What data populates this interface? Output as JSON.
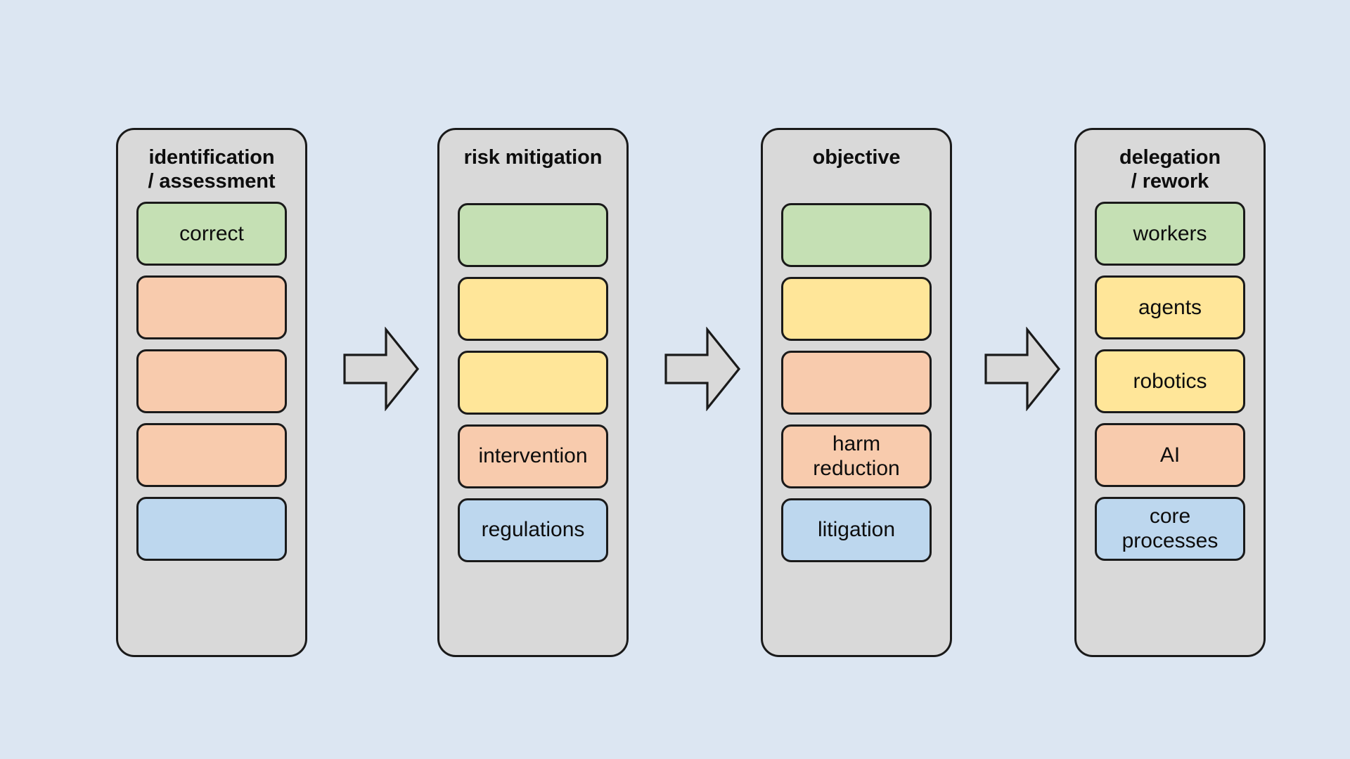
{
  "diagram": {
    "title": "",
    "background_color": "#dce6f2",
    "palette": {
      "green": "#c5e0b4",
      "yellow": "#ffe699",
      "orange": "#f8cbad",
      "blue": "#bdd7ee",
      "container_gray": "#d9d9d9",
      "arrow_gray": "#d9d9d9",
      "outline": "#1a1a1a"
    },
    "columns": [
      {
        "id": "identification-assessment",
        "header": "identification\n/ assessment",
        "header_lines": 2,
        "items": [
          {
            "label": "correct",
            "color": "#c5e0b4",
            "color_name": "green"
          },
          {
            "label": "",
            "color": "#f8cbad",
            "color_name": "orange"
          },
          {
            "label": "",
            "color": "#f8cbad",
            "color_name": "orange"
          },
          {
            "label": "",
            "color": "#f8cbad",
            "color_name": "orange"
          },
          {
            "label": "",
            "color": "#bdd7ee",
            "color_name": "blue"
          }
        ]
      },
      {
        "id": "risk-mitigation",
        "header": "risk mitigation",
        "header_lines": 1,
        "items": [
          {
            "label": "",
            "color": "#c5e0b4",
            "color_name": "green"
          },
          {
            "label": "",
            "color": "#ffe699",
            "color_name": "yellow"
          },
          {
            "label": "",
            "color": "#ffe699",
            "color_name": "yellow"
          },
          {
            "label": "intervention",
            "color": "#f8cbad",
            "color_name": "orange"
          },
          {
            "label": "regulations",
            "color": "#bdd7ee",
            "color_name": "blue"
          }
        ]
      },
      {
        "id": "objective",
        "header": "objective",
        "header_lines": 1,
        "items": [
          {
            "label": "",
            "color": "#c5e0b4",
            "color_name": "green"
          },
          {
            "label": "",
            "color": "#ffe699",
            "color_name": "yellow"
          },
          {
            "label": "",
            "color": "#f8cbad",
            "color_name": "orange"
          },
          {
            "label": "harm\nreduction",
            "color": "#f8cbad",
            "color_name": "orange"
          },
          {
            "label": "litigation",
            "color": "#bdd7ee",
            "color_name": "blue"
          }
        ]
      },
      {
        "id": "delegation-rework",
        "header": "delegation\n/ rework",
        "header_lines": 2,
        "items": [
          {
            "label": "workers",
            "color": "#c5e0b4",
            "color_name": "green"
          },
          {
            "label": "agents",
            "color": "#ffe699",
            "color_name": "yellow"
          },
          {
            "label": "robotics",
            "color": "#ffe699",
            "color_name": "yellow"
          },
          {
            "label": "AI",
            "color": "#f8cbad",
            "color_name": "orange"
          },
          {
            "label": "core\nprocesses",
            "color": "#bdd7ee",
            "color_name": "blue"
          }
        ]
      }
    ],
    "arrows": [
      {
        "id": "arrow-1",
        "from": "identification-assessment",
        "to": "risk-mitigation",
        "direction": "right"
      },
      {
        "id": "arrow-2",
        "from": "risk-mitigation",
        "to": "objective",
        "direction": "right"
      },
      {
        "id": "arrow-3",
        "from": "objective",
        "to": "delegation-rework",
        "direction": "right"
      }
    ]
  }
}
